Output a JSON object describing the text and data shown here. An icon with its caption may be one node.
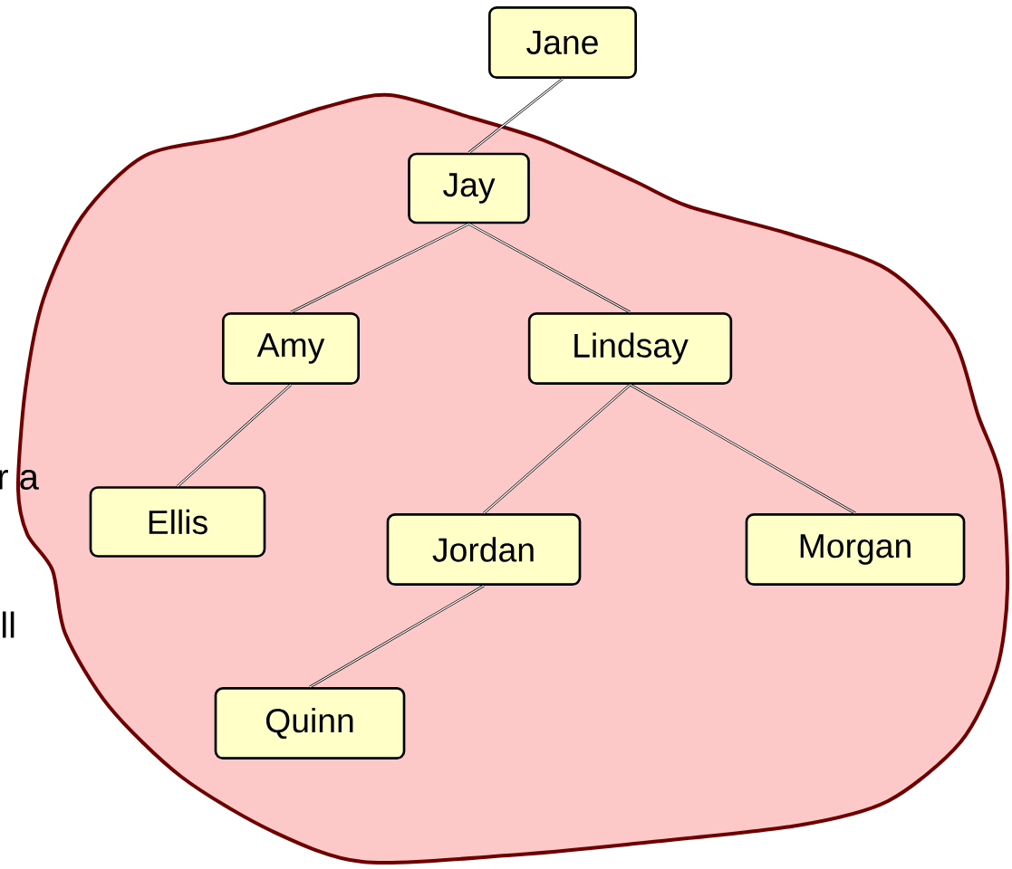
{
  "diagram": {
    "nodes": [
      {
        "text": [],
        "shape": "cloud"
      },
      {
        "text": [
          "Jane"
        ]
      },
      {
        "text": [
          "Jay"
        ],
        "in": 0
      },
      {
        "text": [
          "Amy"
        ],
        "in": 0
      },
      {
        "text": [
          "Lindsay"
        ],
        "in": 0
      },
      {
        "text": [
          "Ellis"
        ],
        "in": 0
      },
      {
        "text": [
          "Jordan"
        ],
        "in": 0
      },
      {
        "text": [
          "Morgan"
        ],
        "in": 0
      },
      {
        "text": [
          "Quinn"
        ],
        "in": 0
      }
    ],
    "edges": [
      {
        "from": 1,
        "to": 2,
        "arrow": "none"
      },
      {
        "from": 2,
        "to": 3,
        "arrow": "none"
      },
      {
        "from": 2,
        "to": 4,
        "arrow": "none"
      },
      {
        "from": 3,
        "to": 5,
        "arrow": "none"
      },
      {
        "from": 4,
        "to": 6,
        "arrow": "none"
      },
      {
        "from": 4,
        "to": 7,
        "arrow": "none"
      },
      {
        "from": 6,
        "to": 8,
        "arrow": "none"
      }
    ],
    "labels": [
      "r a",
      "ll"
    ]
  }
}
